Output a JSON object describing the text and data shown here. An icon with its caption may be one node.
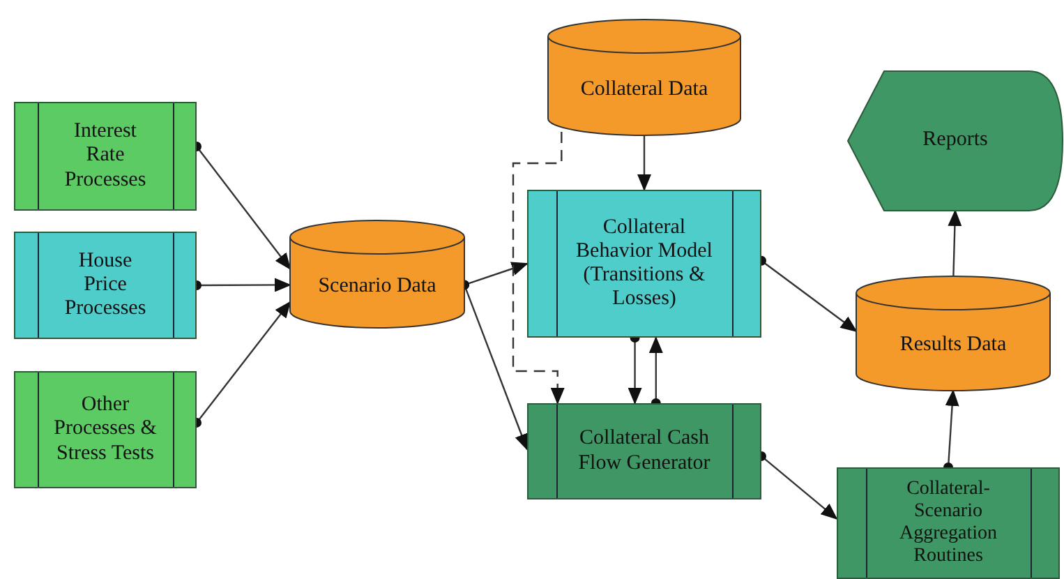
{
  "diagram": {
    "nodes": [
      {
        "text": [
          "Interest Rate Processes"
        ]
      },
      {
        "text": [
          "House Price Processes"
        ]
      },
      {
        "text": [
          "Other Processes & Stress Tests"
        ]
      },
      {
        "text": [
          "Scenario Data"
        ]
      },
      {
        "text": [
          "Collateral Data"
        ]
      },
      {
        "text": [
          "Collateral Behavior Model (Transitions & Losses)"
        ]
      },
      {
        "text": [
          "Collateral Cash Flow Generator"
        ]
      },
      {
        "text": [
          "Reports"
        ]
      },
      {
        "text": [
          "Results Data"
        ]
      },
      {
        "text": [
          "Collateral-Scenario Aggregation Routines"
        ]
      }
    ],
    "edges": [
      {
        "from": 0,
        "to": 3,
        "arrow": "to"
      },
      {
        "from": 1,
        "to": 3,
        "arrow": "to"
      },
      {
        "from": 2,
        "to": 3,
        "arrow": "to"
      },
      {
        "from": 3,
        "to": 5,
        "arrow": "to"
      },
      {
        "from": 3,
        "to": 6,
        "arrow": "to"
      },
      {
        "from": 4,
        "to": 5,
        "arrow": "to"
      },
      {
        "from": 4,
        "to": 6,
        "arrow": "to",
        "style": "dashed"
      },
      {
        "from": 5,
        "to": 6,
        "arrow": "to"
      },
      {
        "from": 6,
        "to": 5,
        "arrow": "to"
      },
      {
        "from": 5,
        "to": 8,
        "arrow": "to"
      },
      {
        "from": 6,
        "to": 9,
        "arrow": "to"
      },
      {
        "from": 8,
        "to": 7,
        "arrow": "to"
      },
      {
        "from": 9,
        "to": 8,
        "arrow": "to"
      }
    ]
  }
}
